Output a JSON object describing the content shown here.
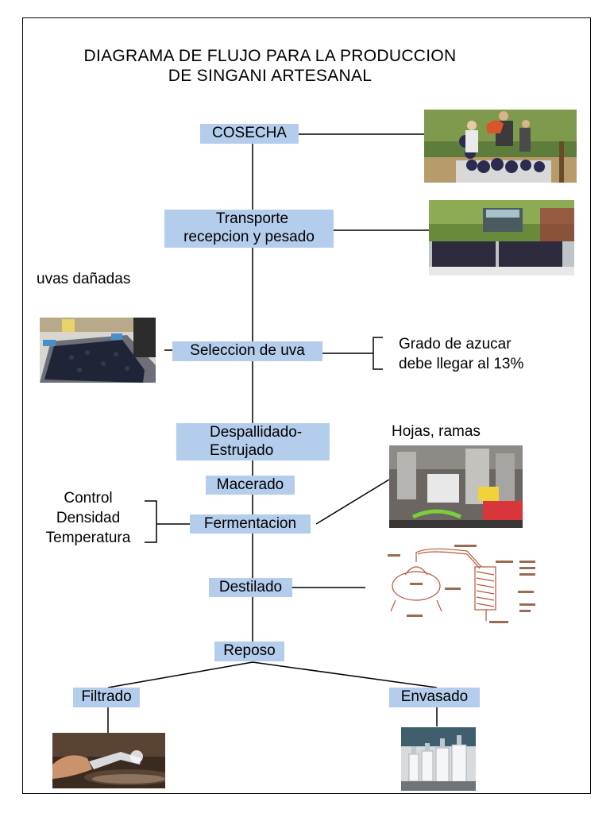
{
  "title": {
    "line1": "DIAGRAMA DE FLUJO PARA LA PRODUCCION",
    "line2": "DE SINGANI ARTESANAL"
  },
  "steps": {
    "cosecha": "COSECHA",
    "transporte_1": "Transporte",
    "transporte_2": "recepcion y pesado",
    "seleccion": "Seleccion de uva",
    "despallidado_1": "Despallidado-",
    "despallidado_2": "Estrujado",
    "macerado": "Macerado",
    "fermentacion": "Fermentacion",
    "destilado": "Destilado",
    "reposo": "Reposo",
    "filtrado": "Filtrado",
    "envasado": "Envasado"
  },
  "notes": {
    "uvas_danadas": "uvas dañadas",
    "grado_1": "Grado de azucar",
    "grado_2": "debe llegar al 13%",
    "hojas": "Hojas, ramas",
    "control_1": "Control",
    "control_2": "Densidad",
    "control_3": "Temperatura"
  },
  "colors": {
    "step_fill": "#b4cdec",
    "line": "#000000"
  }
}
